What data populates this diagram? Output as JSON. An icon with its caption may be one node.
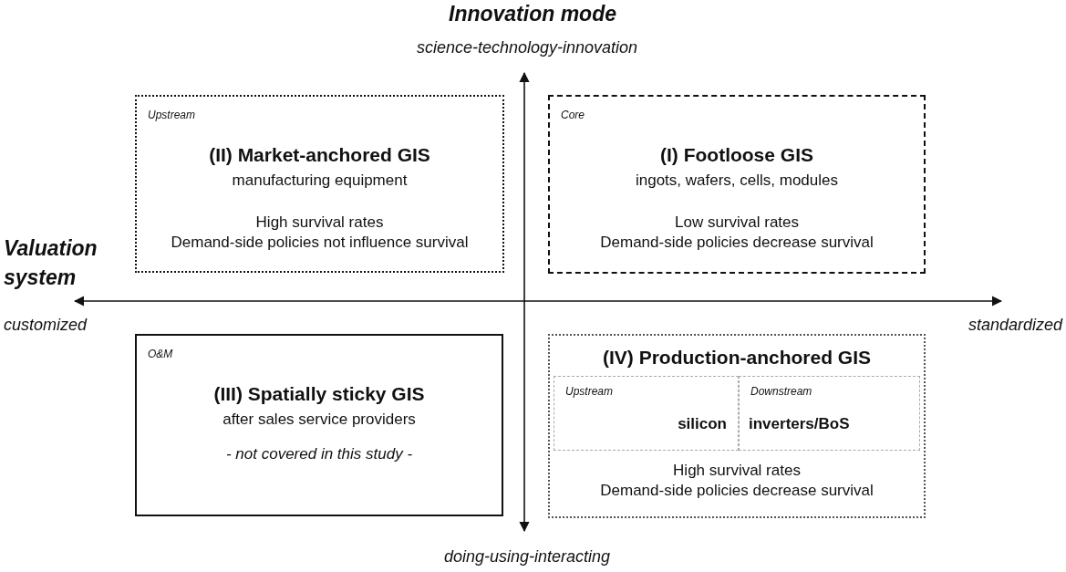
{
  "diagram": {
    "nodes": [
      {
        "text": [
          "Upstream",
          "(II) Market-anchored GIS",
          "manufacturing equipment",
          "High survival rates",
          "Demand-side policies not influence survival"
        ]
      },
      {
        "text": [
          "Core",
          "(I) Footloose GIS",
          "ingots, wafers, cells, modules",
          "Low survival rates",
          "Demand-side policies decrease survival"
        ]
      },
      {
        "text": [
          "O&M",
          "(III) Spatially sticky GIS",
          "after sales service providers",
          "- not covered in this study -"
        ]
      },
      {
        "text": [
          "(IV) Production-anchored GIS",
          "High survival rates",
          "Demand-side policies decrease survival"
        ]
      },
      {
        "text": [
          "Upstream",
          "silicon"
        ],
        "in": 3
      },
      {
        "text": [
          "Downstream",
          "inverters/BoS"
        ],
        "in": 3
      }
    ],
    "edges": [],
    "labels": [
      "Innovation mode",
      "science-technology-innovation",
      "Valuation system",
      "customized",
      "standardized",
      "doing-using-interacting"
    ]
  }
}
